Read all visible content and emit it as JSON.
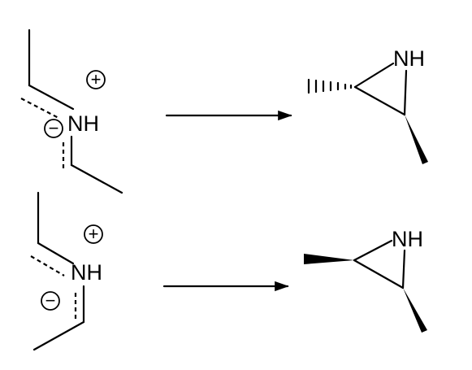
{
  "reactions": [
    {
      "reactant": {
        "atom": "NH",
        "charges": {
          "positive": "+",
          "negative": "−"
        }
      },
      "product": {
        "atom": "NH",
        "stereo": "trans"
      }
    },
    {
      "reactant": {
        "atom": "NH",
        "charges": {
          "positive": "+",
          "negative": "−"
        }
      },
      "product": {
        "atom": "NH",
        "stereo": "cis"
      }
    }
  ]
}
